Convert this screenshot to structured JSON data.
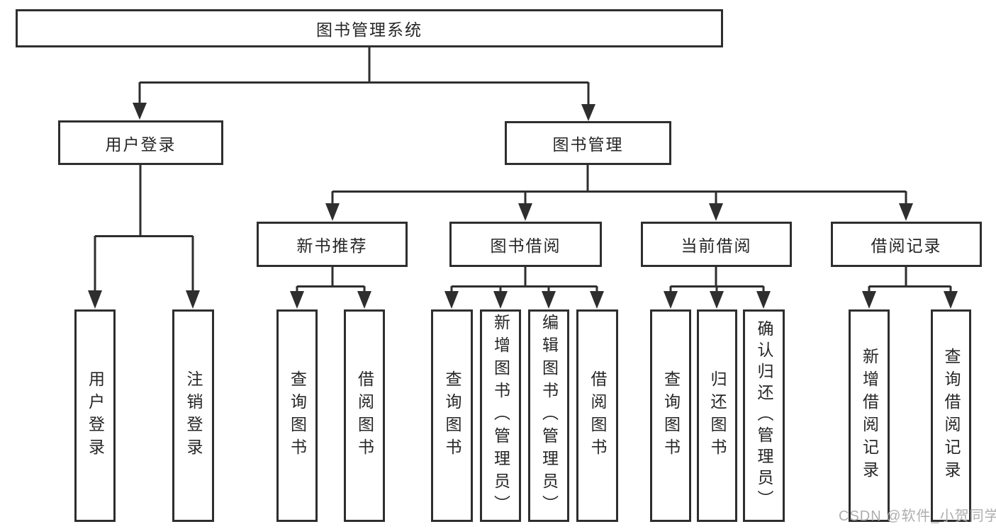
{
  "tree": {
    "root": {
      "label": "图书管理系统"
    },
    "branches": [
      {
        "label": "用户登录",
        "children": [
          {
            "label": "用户登录"
          },
          {
            "label": "注销登录"
          }
        ]
      },
      {
        "label": "图书管理",
        "children": [
          {
            "label": "新书推荐",
            "children": [
              {
                "label": "查询图书"
              },
              {
                "label": "借阅图书"
              }
            ]
          },
          {
            "label": "图书借阅",
            "children": [
              {
                "label": "查询图书"
              },
              {
                "label": "新增图书（管理员）"
              },
              {
                "label": "编辑图书（管理员）"
              },
              {
                "label": "借阅图书"
              }
            ]
          },
          {
            "label": "当前借阅",
            "children": [
              {
                "label": "查询图书"
              },
              {
                "label": "归还图书"
              },
              {
                "label": "确认归还（管理员）"
              }
            ]
          },
          {
            "label": "借阅记录",
            "children": [
              {
                "label": "新增借阅记录"
              },
              {
                "label": "查询借阅记录"
              }
            ]
          }
        ]
      }
    ]
  },
  "watermark": {
    "text": "CSDN @软件_小贺同学"
  },
  "colors": {
    "line": "#2e2e2e",
    "box_border": "#2e2e2e",
    "text": "#262626",
    "watermark": "#aeaeae",
    "background": "#ffffff"
  }
}
